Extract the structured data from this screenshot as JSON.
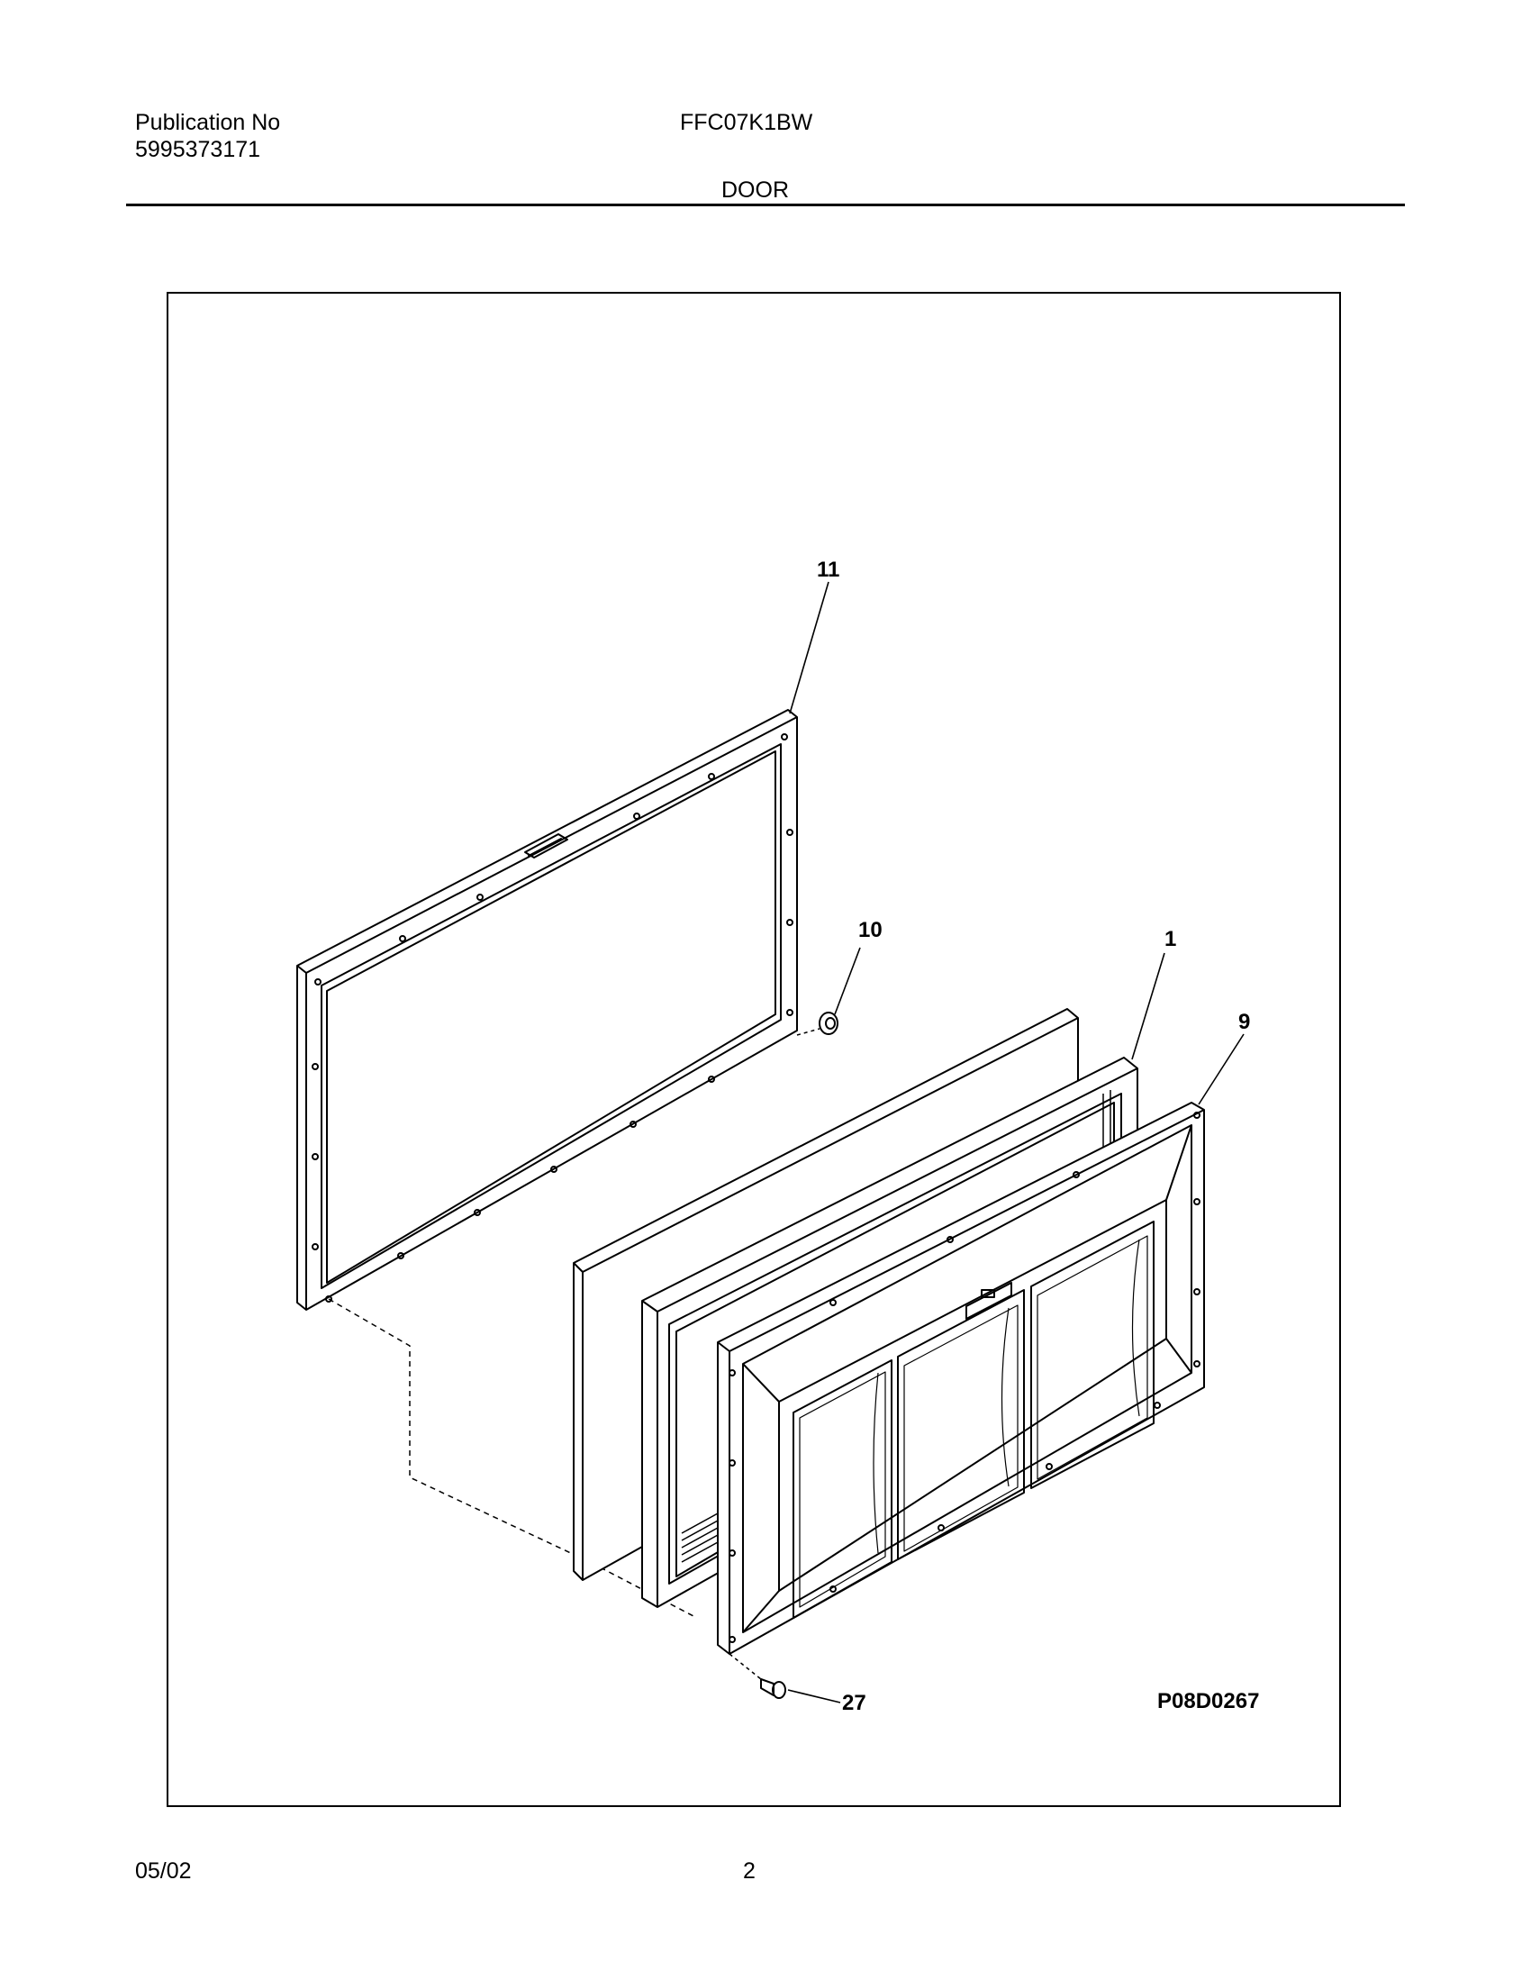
{
  "header": {
    "publication_label": "Publication No",
    "publication_number": "5995373171",
    "model": "FFC07K1BW",
    "section": "DOOR"
  },
  "diagram": {
    "callouts": [
      "11",
      "10",
      "1",
      "9",
      "27"
    ],
    "drawing_code": "P08D0267"
  },
  "footer": {
    "date": "05/02",
    "page": "2"
  }
}
